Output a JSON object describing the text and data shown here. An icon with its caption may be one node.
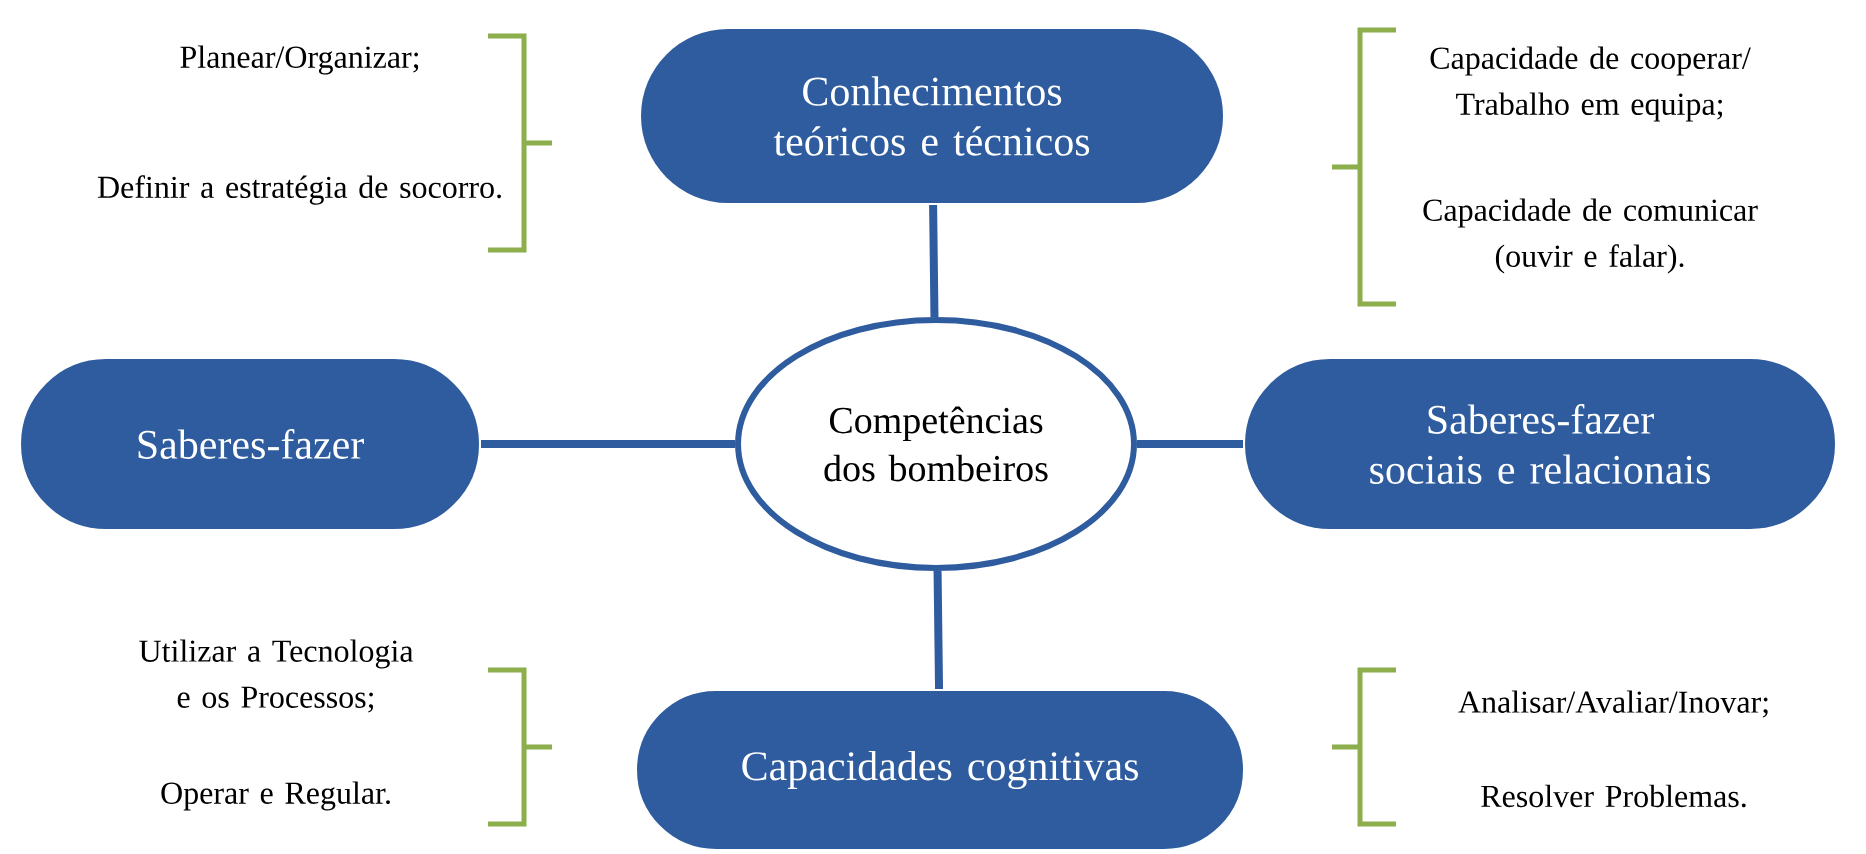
{
  "diagram": {
    "nodes": [
      {
        "text": [
          "Competências dos bombeiros"
        ]
      },
      {
        "text": [
          "Conhecimentos teóricos e técnicos"
        ]
      },
      {
        "text": [
          "Saberes-fazer"
        ]
      },
      {
        "text": [
          "Saberes-fazer sociais e relacionais"
        ]
      },
      {
        "text": [
          "Capacidades cognitivas"
        ]
      }
    ],
    "edges": [
      {
        "from": 0,
        "to": 1,
        "arrow": "none"
      },
      {
        "from": 0,
        "to": 2,
        "arrow": "none"
      },
      {
        "from": 0,
        "to": 3,
        "arrow": "none"
      },
      {
        "from": 0,
        "to": 4,
        "arrow": "none"
      }
    ],
    "labels": [
      "Planear/Organizar;",
      "Definir a estratégia de socorro.",
      "Capacidade de cooperar/ Trabalho em equipa;",
      "Capacidade de comunicar (ouvir e falar).",
      "Utilizar a Tecnologia e os Processos;",
      "Operar e Regular.",
      "Analisar/Avaliar/Inovar;",
      "Resolver Problemas."
    ]
  }
}
